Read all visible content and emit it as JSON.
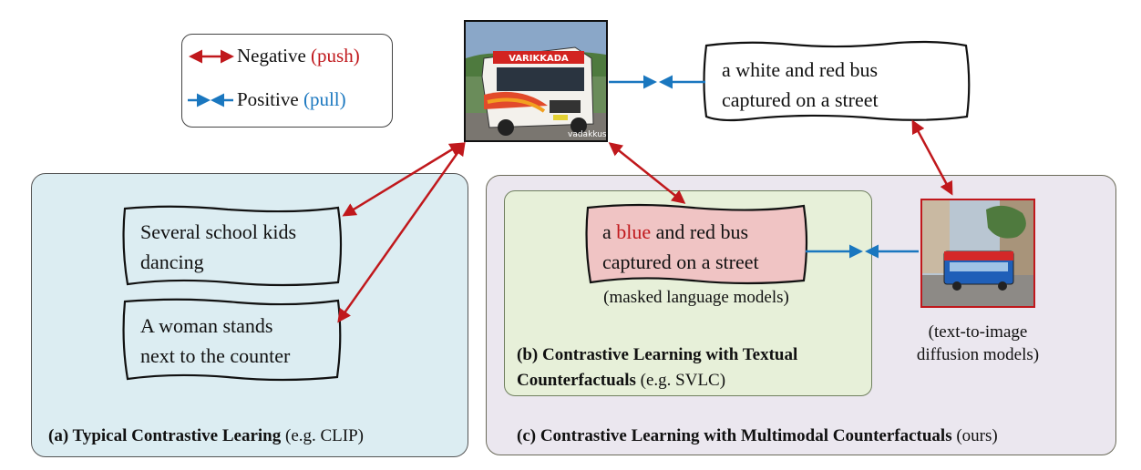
{
  "legend": {
    "negative_label": "Negative",
    "negative_paren_open": "(",
    "negative_word": "push",
    "negative_paren_close": ")",
    "positive_label": "Positive",
    "positive_paren_open": "(",
    "positive_word": "pull",
    "positive_paren_close": ")"
  },
  "top_caption": {
    "line1": "a white and red bus",
    "line2": "captured on a street"
  },
  "bus_photo": {
    "sign_text": "VARIKKADA",
    "watermark": "vadakkus"
  },
  "panel_a": {
    "caption_bold": "(a) Typical Contrastive Learing",
    "caption_rest": " (e.g. CLIP)",
    "neg1_line1": "Several school kids",
    "neg1_line2": "dancing",
    "neg2_line1": "A woman stands",
    "neg2_line2": "next to the counter"
  },
  "panel_b": {
    "cf_pre": "a ",
    "cf_word": "blue",
    "cf_post": " and red bus",
    "cf_line2": "captured on a street",
    "cf_note": "(masked language models)",
    "caption_bold_1": "(b) Contrastive Learning with Textual",
    "caption_bold_2": "Counterfactuals",
    "caption_rest": " (e.g. SVLC)"
  },
  "panel_c": {
    "img_note_1": "(text-to-image",
    "img_note_2": "diffusion models)",
    "caption_bold": "(c) Contrastive Learning with Multimodal Counterfactuals",
    "caption_rest": " (ours)"
  },
  "colors": {
    "push": "#c0181c",
    "pull": "#1a77bf",
    "panel_a": "#dcedf2",
    "panel_b": "#e7f0d9",
    "panel_c": "#ebe7ef",
    "cf_box": "#f0c4c4"
  }
}
